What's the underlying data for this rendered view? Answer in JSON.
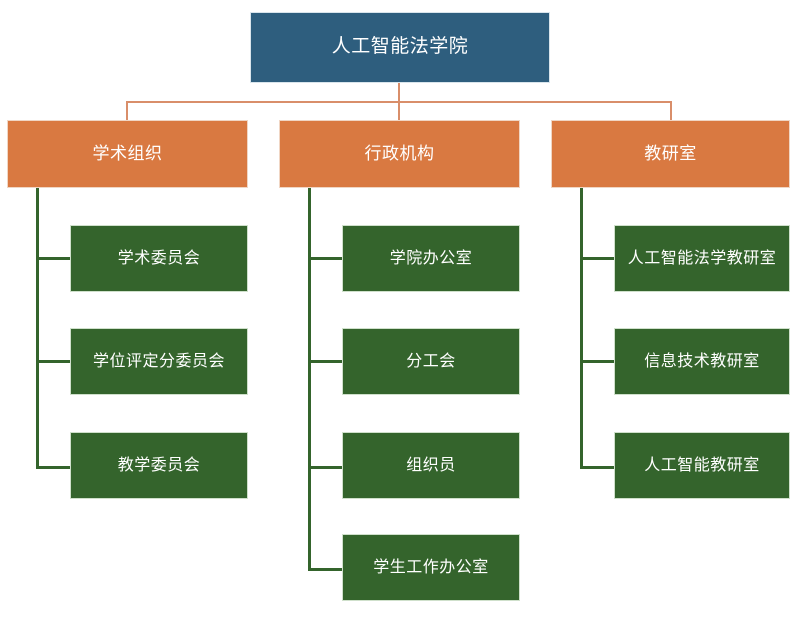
{
  "diagram": {
    "title_text": "人工智能法学院",
    "type": "organization-chart",
    "colors": {
      "root": "#2e5e7e",
      "branch": "#d97941",
      "leaf": "#34642c",
      "connector_top": "#d98e6a",
      "connector_branch": "#34642c",
      "background": "#ffffff",
      "text": "#ffffff"
    },
    "root": {
      "label": "人工智能法学院"
    },
    "branches": [
      {
        "label": "学术组织",
        "children": [
          {
            "label": "学术委员会"
          },
          {
            "label": "学位评定分委员会"
          },
          {
            "label": "教学委员会"
          }
        ]
      },
      {
        "label": "行政机构",
        "children": [
          {
            "label": "学院办公室"
          },
          {
            "label": "分工会"
          },
          {
            "label": "组织员"
          },
          {
            "label": "学生工作办公室"
          }
        ]
      },
      {
        "label": "教研室",
        "children": [
          {
            "label": "人工智能法学教研室"
          },
          {
            "label": "信息技术教研室"
          },
          {
            "label": "人工智能教研室"
          }
        ]
      }
    ]
  }
}
